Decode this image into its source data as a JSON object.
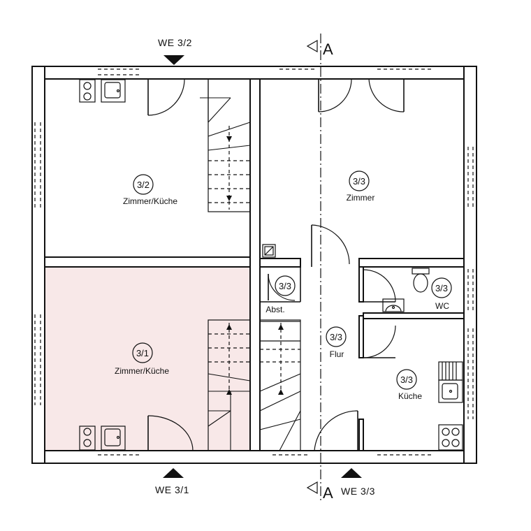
{
  "rooms": [
    {
      "id": "3/2",
      "name": "Zimmer/Küche"
    },
    {
      "id": "3/3",
      "name": "Zimmer"
    },
    {
      "id": "3/1",
      "name": "Zimmer/Küche"
    },
    {
      "id": "3/3",
      "name": "Abst."
    },
    {
      "id": "3/3",
      "name": "WC"
    },
    {
      "id": "3/3",
      "name": "Flur"
    },
    {
      "id": "3/3",
      "name": "Küche"
    }
  ],
  "entrances": {
    "top": "WE 3/2",
    "bottom_left": "WE 3/1",
    "bottom_right": "WE 3/3"
  },
  "section": {
    "label": "A"
  },
  "colors": {
    "highlight": "#f8e8e8",
    "line": "#111111"
  }
}
